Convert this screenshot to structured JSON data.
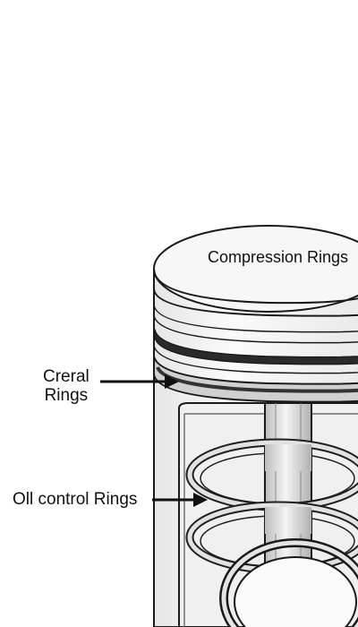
{
  "labels": {
    "compression_rings": "Compression Rings",
    "creral_rings_line1": "Creral",
    "creral_rings_line2": "Rings",
    "oil_control_rings": "Oll control Rings"
  },
  "colors": {
    "line": "#1a1a1a",
    "metal_light": "#f2f2f2",
    "metal_mid": "#d9d9d9",
    "metal_dark": "#9a9a9a"
  }
}
